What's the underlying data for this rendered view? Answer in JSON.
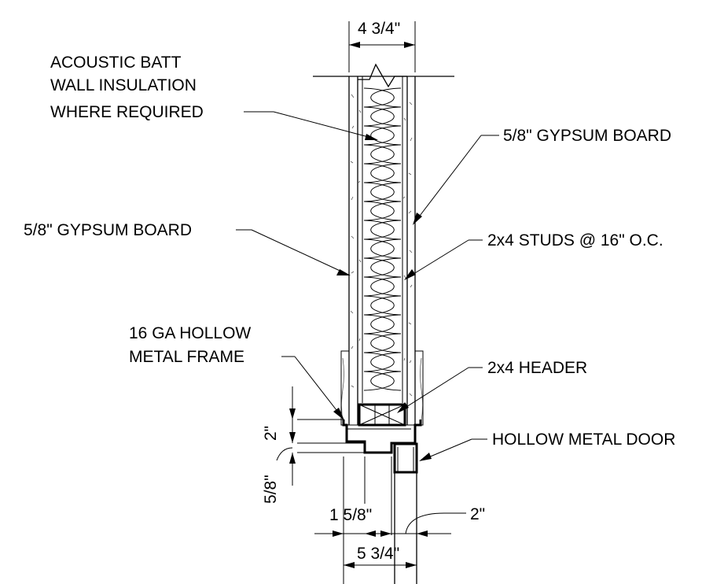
{
  "labels": {
    "acoustic_line1": "ACOUSTIC BATT",
    "acoustic_line2": "WALL INSULATION",
    "acoustic_line3": "WHERE REQUIRED",
    "gypsum_right": "5/8\" GYPSUM BOARD",
    "gypsum_left": "5/8\" GYPSUM BOARD",
    "studs": "2x4 STUDS @ 16\" O.C.",
    "frame_line1": "16 GA HOLLOW",
    "frame_line2": "METAL FRAME",
    "header": "2x4 HEADER",
    "door": "HOLLOW METAL DOOR"
  },
  "dimensions": {
    "wall_width": "4 3/4\"",
    "frame_depth": "2\"",
    "stop_height": "5/8\"",
    "face_width": "1 5/8\"",
    "door_gap": "2\"",
    "frame_width": "5 3/4\""
  }
}
